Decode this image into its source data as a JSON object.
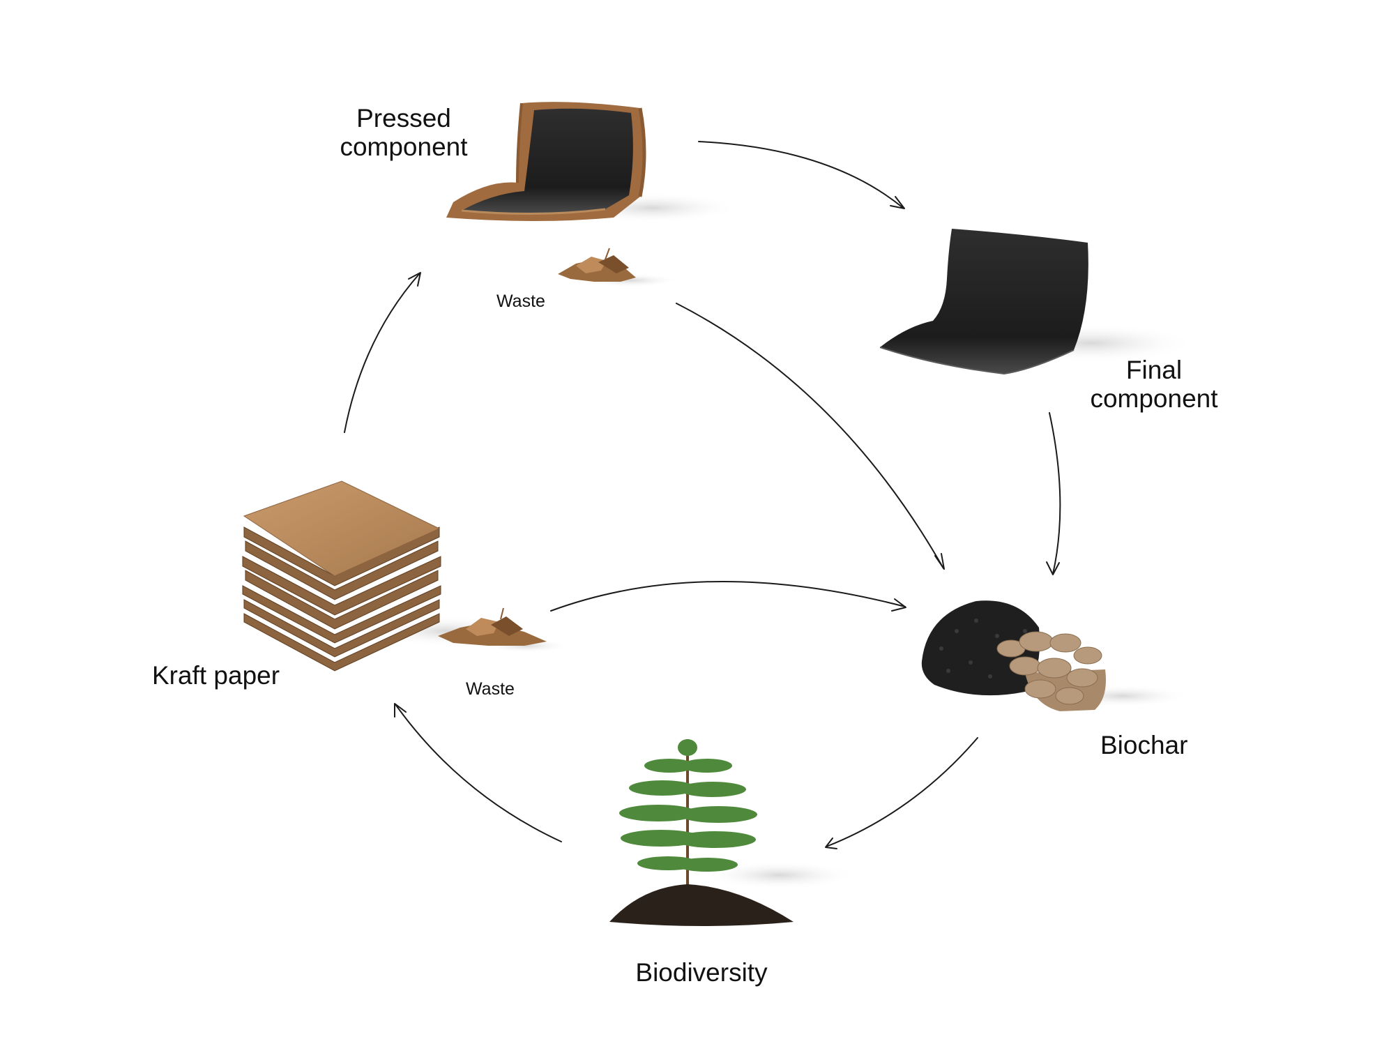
{
  "diagram": {
    "nodes": {
      "pressed_component": {
        "line1": "Pressed",
        "line2": "component",
        "icon": "pressed-chair-shell-icon"
      },
      "pressed_waste": {
        "label": "Waste",
        "icon": "paper-scraps-icon"
      },
      "final_component": {
        "line1": "Final",
        "line2": "component",
        "icon": "chair-shell-icon"
      },
      "kraft_paper": {
        "label": "Kraft paper",
        "icon": "paper-stack-icon"
      },
      "kraft_waste": {
        "label": "Waste",
        "icon": "paper-scraps-icon"
      },
      "biochar": {
        "label": "Biochar",
        "icon": "biochar-mushroom-icon"
      },
      "biodiversity": {
        "label": "Biodiversity",
        "icon": "tree-sapling-icon"
      }
    },
    "colors": {
      "background": "#ffffff",
      "text": "#111111",
      "arrow": "#1a1a1a",
      "kraft": "#b88a5c",
      "kraft_dark": "#7a5332",
      "shell": "#262626",
      "soil": "#2b211b",
      "foliage": "#4f8a3c",
      "mushroom": "#b79a7c"
    }
  }
}
